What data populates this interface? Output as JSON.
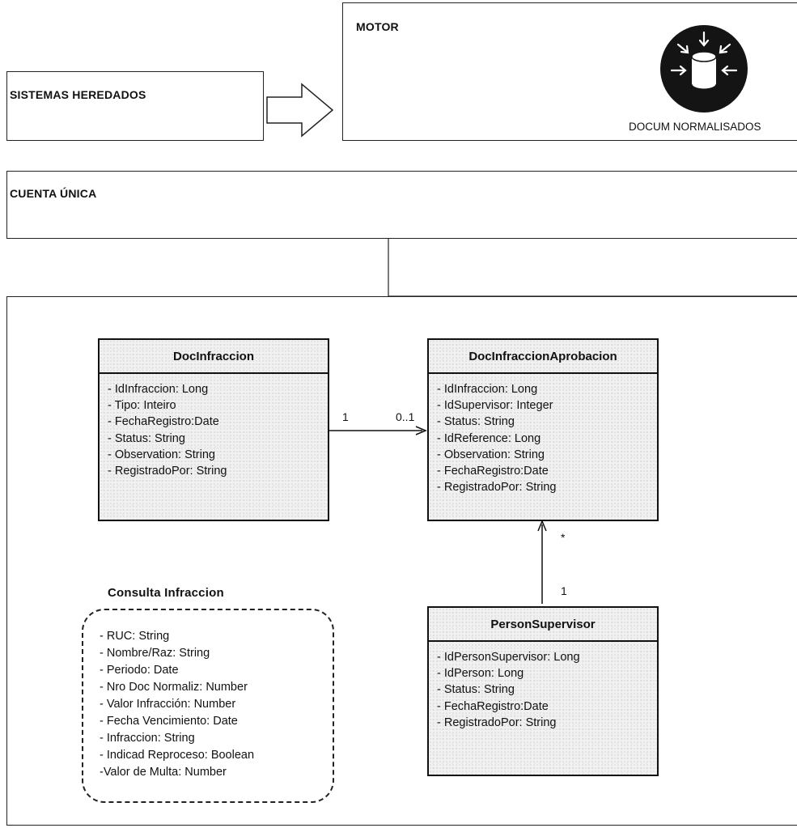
{
  "sistemas": {
    "title": "SISTEMAS HEREDADOS"
  },
  "motor": {
    "title": "MOTOR",
    "icon_caption": "DOCUM NORMALISADOS"
  },
  "cuenta": {
    "title": "CUENTA ÚNICA"
  },
  "classes": {
    "doc_infraccion": {
      "name": "DocInfraccion",
      "attributes": [
        "- IdInfraccion: Long",
        "- Tipo: Inteiro",
        "- FechaRegistro:Date",
        "- Status: String",
        "- Observation: String",
        "- RegistradoPor: String"
      ]
    },
    "doc_aprobacion": {
      "name": "DocInfraccionAprobacion",
      "attributes": [
        "- IdInfraccion: Long",
        "- IdSupervisor: Integer",
        "- Status: String",
        "- IdReference: Long",
        "- Observation: String",
        "- FechaRegistro:Date",
        "- RegistradoPor: String"
      ]
    },
    "person_supervisor": {
      "name": "PersonSupervisor",
      "attributes": [
        "- IdPersonSupervisor: Long",
        "- IdPerson: Long",
        "- Status: String",
        "- FechaRegistro:Date",
        "- RegistradoPor: String"
      ]
    }
  },
  "multiplicities": {
    "infraccion_side": "1",
    "aprobacion_side": "0..1",
    "aprobacion_many": "*",
    "supervisor_one": "1"
  },
  "consulta": {
    "title": "Consulta Infraccion",
    "fields": [
      "- RUC: String",
      "- Nombre/Raz: String",
      "- Periodo: Date",
      "- Nro Doc Normaliz: Number",
      "- Valor Infracción: Number",
      "- Fecha Vencimiento: Date",
      "- Infraccion: String",
      "- Indicad Reproceso: Boolean",
      "-Valor de Multa: Number"
    ]
  },
  "icons": {
    "normalize": "database-inward-arrows-icon",
    "flow": "right-arrow-icon"
  }
}
